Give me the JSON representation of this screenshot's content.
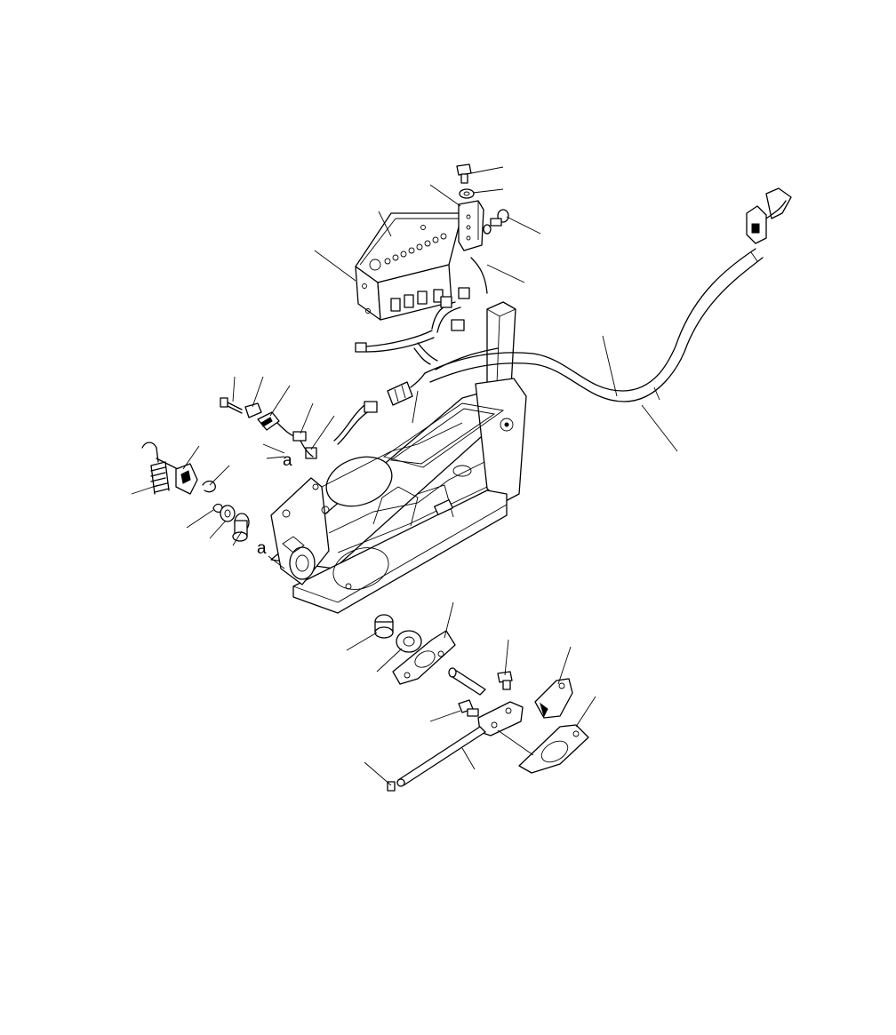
{
  "diagram": {
    "callouts": [
      {
        "id": "a_upper",
        "text": "a"
      },
      {
        "id": "a_lower",
        "text": "a"
      }
    ]
  },
  "colors": {
    "line": "#000000",
    "background": "#ffffff"
  }
}
